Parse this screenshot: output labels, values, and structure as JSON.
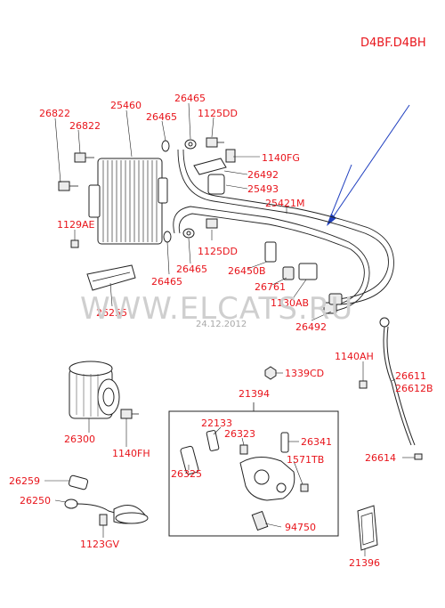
{
  "header": {
    "model_code": "D4BF.D4BH"
  },
  "watermark": {
    "text": "WWW.ELCATS.RU",
    "date": "24.12.2012"
  },
  "labels": [
    "26822",
    "26822",
    "25460",
    "26465",
    "26465",
    "1125DD",
    "1140FG",
    "26492",
    "25493",
    "25421M",
    "1129AE",
    "26465",
    "1125DD",
    "26465",
    "26450B",
    "26761",
    "1130AB",
    "26492",
    "26255",
    "1140AH",
    "26611",
    "26612B",
    "1339CD",
    "21394",
    "22133",
    "26323",
    "26341",
    "26325",
    "1571TB",
    "26300",
    "1140FH",
    "26614",
    "26259",
    "26250",
    "1123GV",
    "94750",
    "21396"
  ],
  "colors": {
    "label": "#e8141b",
    "arrow": "#1f3fbf",
    "line": "#222222"
  }
}
